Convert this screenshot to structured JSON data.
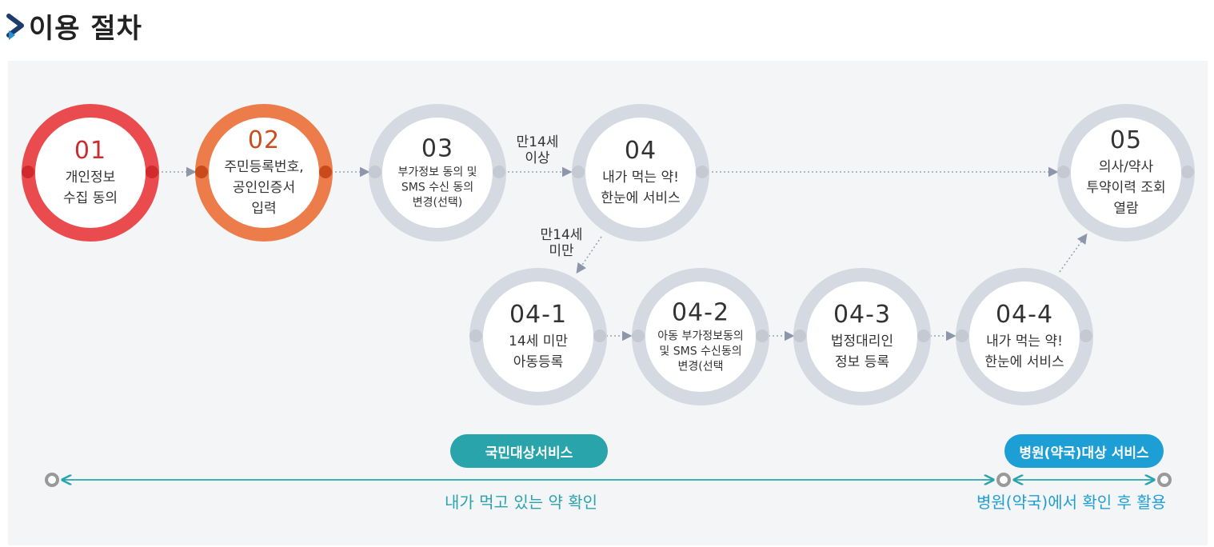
{
  "heading": {
    "title": "이용 절차"
  },
  "steps": [
    {
      "id": "01",
      "label": "개인정보\n수집 동의"
    },
    {
      "id": "02",
      "label": "주민등록번호,\n공인인증서\n입력"
    },
    {
      "id": "03",
      "label": "부가정보 동의 및\nSMS 수신 동의\n변경(선택)"
    },
    {
      "id": "04",
      "label": "내가 먹는 약!\n한눈에 서비스"
    },
    {
      "id": "05",
      "label": "의사/약사\n투약이력 조회\n열람"
    },
    {
      "id": "04-1",
      "label": "14세 미만\n아동등록"
    },
    {
      "id": "04-2",
      "label": "아동 부가정보동의\n및 SMS 수신동의\n변경(선택"
    },
    {
      "id": "04-3",
      "label": "법정대리인\n정보 등록"
    },
    {
      "id": "04-4",
      "label": "내가 먹는 약!\n한눈에 서비스"
    }
  ],
  "branch_notes": {
    "over_14": "만14세\n이상",
    "under_14": "만14세\n미만"
  },
  "services": {
    "public_label": "국민대상서비스",
    "public_caption": "내가 먹고 있는 약 확인",
    "hospital_label": "병원(약국)대상 서비스",
    "hospital_caption": "병원(약국)에서 확인 후 활용"
  },
  "colors": {
    "step1_ring": "#e94b4e",
    "step2_ring": "#ec7c4a",
    "neutral_ring": "#d5d9e1",
    "public_service": "#29a4ab",
    "hospital_service": "#1d9fd6"
  }
}
